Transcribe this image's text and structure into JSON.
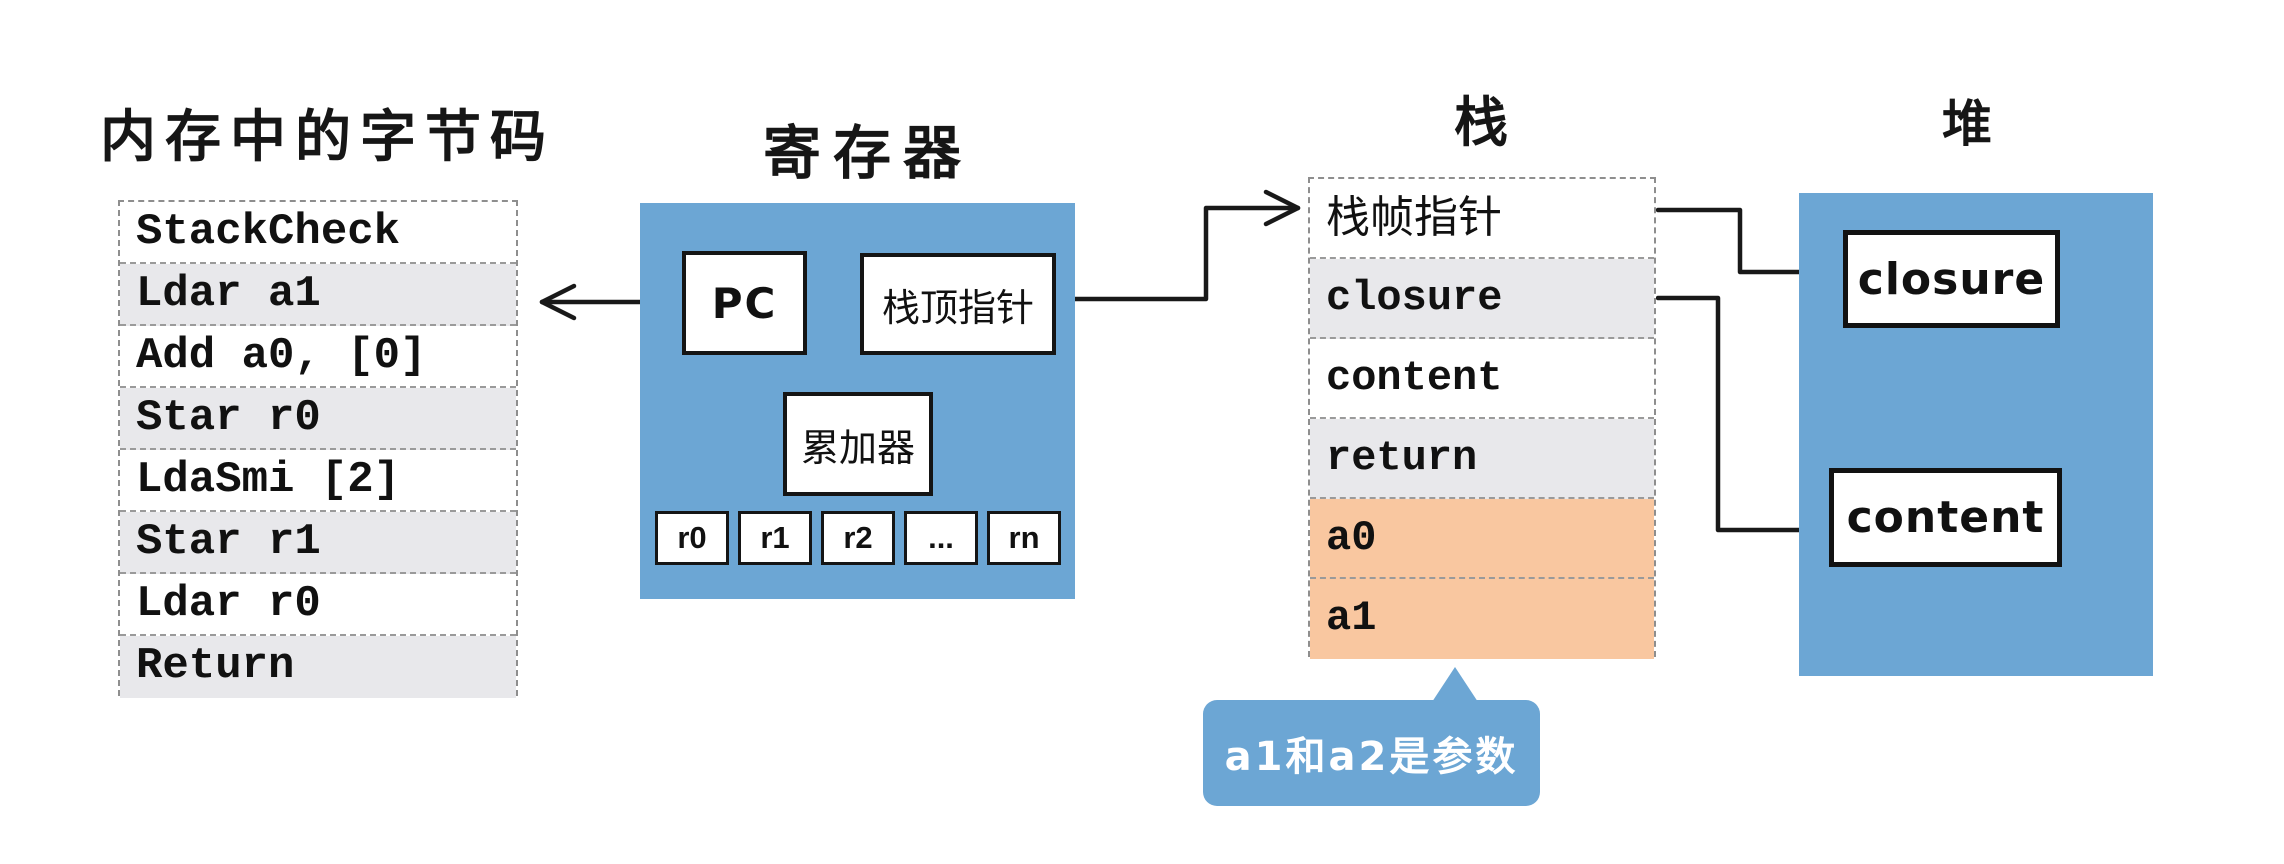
{
  "diagram": {
    "bytecode": {
      "title": "内存中的字节码",
      "rows": [
        "StackCheck",
        "Ldar a1",
        "Add a0, [0]",
        "Star r0",
        "LdaSmi [2]",
        "Star r1",
        "Ldar r0",
        "Return"
      ]
    },
    "registers": {
      "title": "寄存器",
      "pc": "PC",
      "stack_top": "栈顶指针",
      "accumulator": "累加器",
      "cells": [
        "r0",
        "r1",
        "r2",
        "...",
        "rn"
      ]
    },
    "stack": {
      "title": "栈",
      "rows": [
        "栈帧指针",
        "closure",
        "content",
        "return",
        "a0",
        "a1"
      ]
    },
    "heap": {
      "title": "堆",
      "closure": "closure",
      "content": "content"
    },
    "callout": {
      "text": "a1和a2是参数"
    },
    "colors": {
      "panel_blue": "#6CA6D4",
      "row_gray": "#E8E8EB",
      "row_orange": "#F9C7A0",
      "line": "#191919"
    }
  }
}
